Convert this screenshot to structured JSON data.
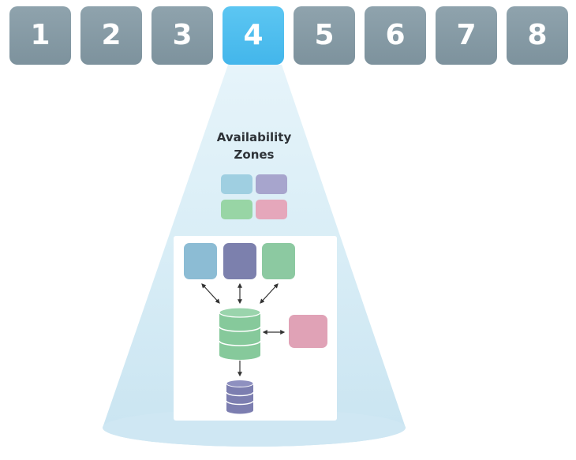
{
  "steps": [
    {
      "label": "1",
      "active": false
    },
    {
      "label": "2",
      "active": false
    },
    {
      "label": "3",
      "active": false
    },
    {
      "label": "4",
      "active": true
    },
    {
      "label": "5",
      "active": false
    },
    {
      "label": "6",
      "active": false
    },
    {
      "label": "7",
      "active": false
    },
    {
      "label": "8",
      "active": false
    }
  ],
  "diagram": {
    "title": "Availability Zones",
    "colors": {
      "step_inactive": "#8399a4",
      "step_active": "#4bbbee",
      "cone_fill": "#d6ecf6",
      "zone_blue": "#9fcfe1",
      "zone_purple": "#a7a5cd",
      "zone_green": "#98d5a5",
      "zone_pink": "#e5a7bb",
      "node_blue": "#8cbcd4",
      "node_indigo": "#7c80ad",
      "node_green": "#8cc9a1",
      "node_pink": "#e0a2b6",
      "db_green": "#86c99b",
      "db_indigo": "#7c7eb0",
      "arrow": "#333333"
    }
  }
}
